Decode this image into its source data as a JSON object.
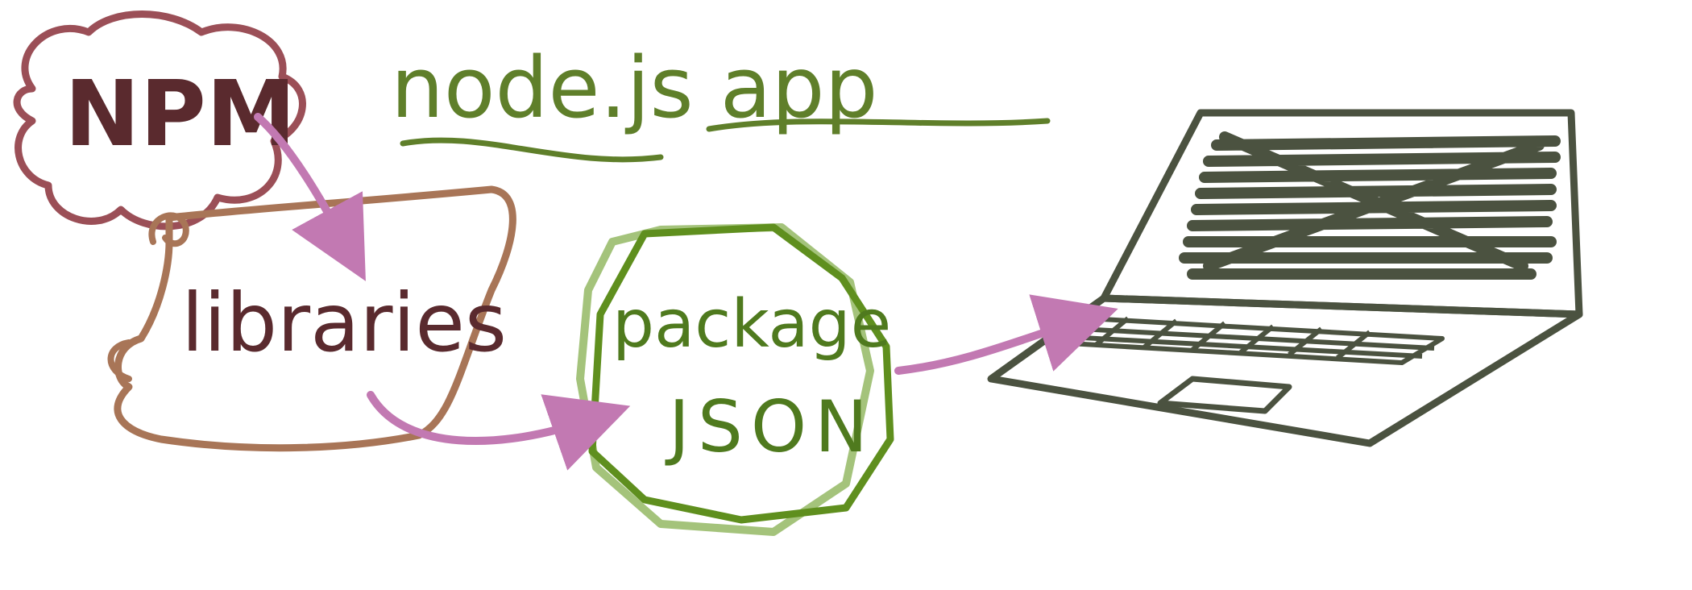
{
  "title": "node.js app",
  "nodes": {
    "npm": {
      "label": "NPM"
    },
    "libraries": {
      "label": "libraries"
    },
    "package_json": {
      "line1": "package",
      "line2": "JSON"
    },
    "laptop": {
      "icon": "laptop-icon"
    }
  },
  "colors": {
    "cloud": "#9b4f57",
    "npm_text": "#5a2a2e",
    "scroll": "#a87557",
    "package": "#5f8f1e",
    "package_light": "#8db45a",
    "title": "#5f7f2a",
    "arrow": "#c279b2",
    "laptop": "#4b5240"
  }
}
